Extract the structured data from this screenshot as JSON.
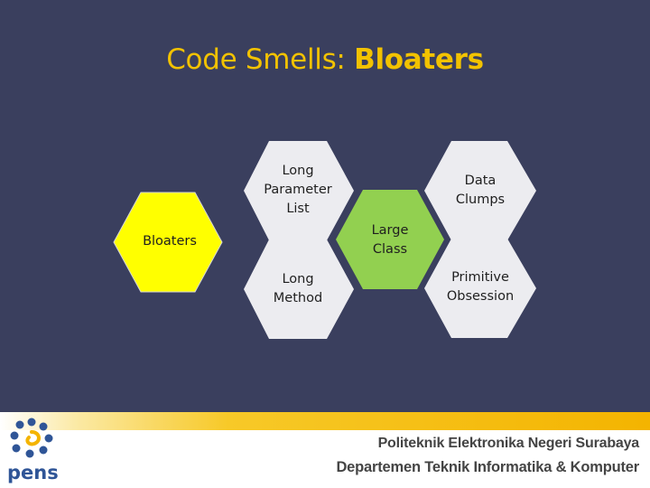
{
  "slide": {
    "title_prefix": "Code Smells: ",
    "title_bold": "Bloaters"
  },
  "hexagons": {
    "center": {
      "label": "Bloaters",
      "color": "#ffff00"
    },
    "long_parameter_list": {
      "label": "Long\nParameter\nList",
      "color": "#ececf0"
    },
    "long_method": {
      "label": "Long\nMethod",
      "color": "#ececf0"
    },
    "large_class": {
      "label": "Large\nClass",
      "color": "#92d050"
    },
    "data_clumps": {
      "label": "Data\nClumps",
      "color": "#ececf0"
    },
    "primitive_obsession": {
      "label": "Primitive\nObsession",
      "color": "#ececf0"
    }
  },
  "footer": {
    "logo_text": "pens",
    "institution_line1": "Politeknik Elektronika Negeri Surabaya",
    "institution_line2": "Departemen Teknik Informatika & Komputer",
    "accent_color": "#f4b400"
  }
}
